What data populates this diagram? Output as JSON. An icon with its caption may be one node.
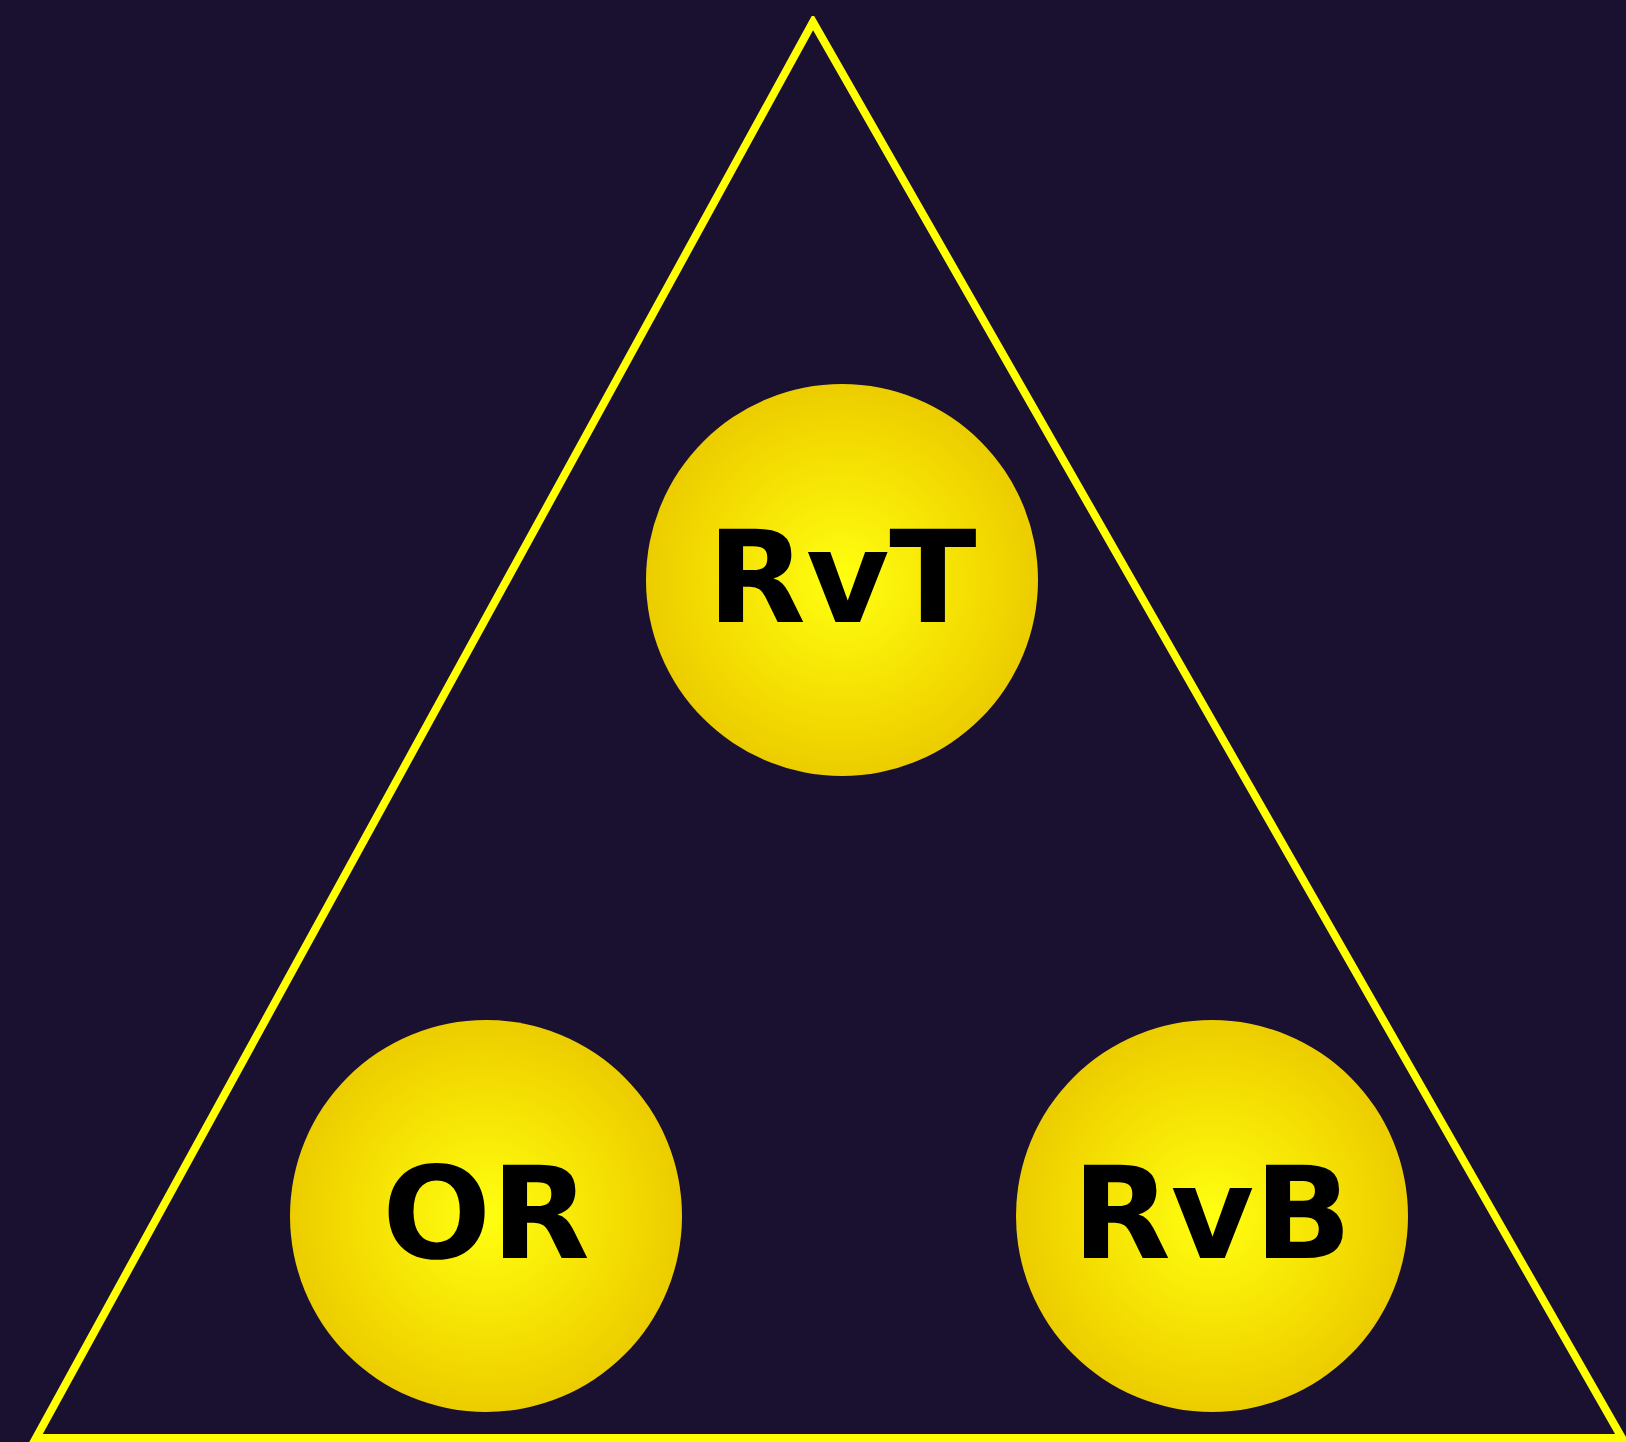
{
  "diagram": {
    "nodes": [
      {
        "text": [],
        "shape": "triangle"
      },
      {
        "text": [
          "RvT"
        ],
        "in": 0
      },
      {
        "text": [
          "OR"
        ],
        "in": 0
      },
      {
        "text": [
          "RvB"
        ],
        "in": 0
      }
    ]
  }
}
